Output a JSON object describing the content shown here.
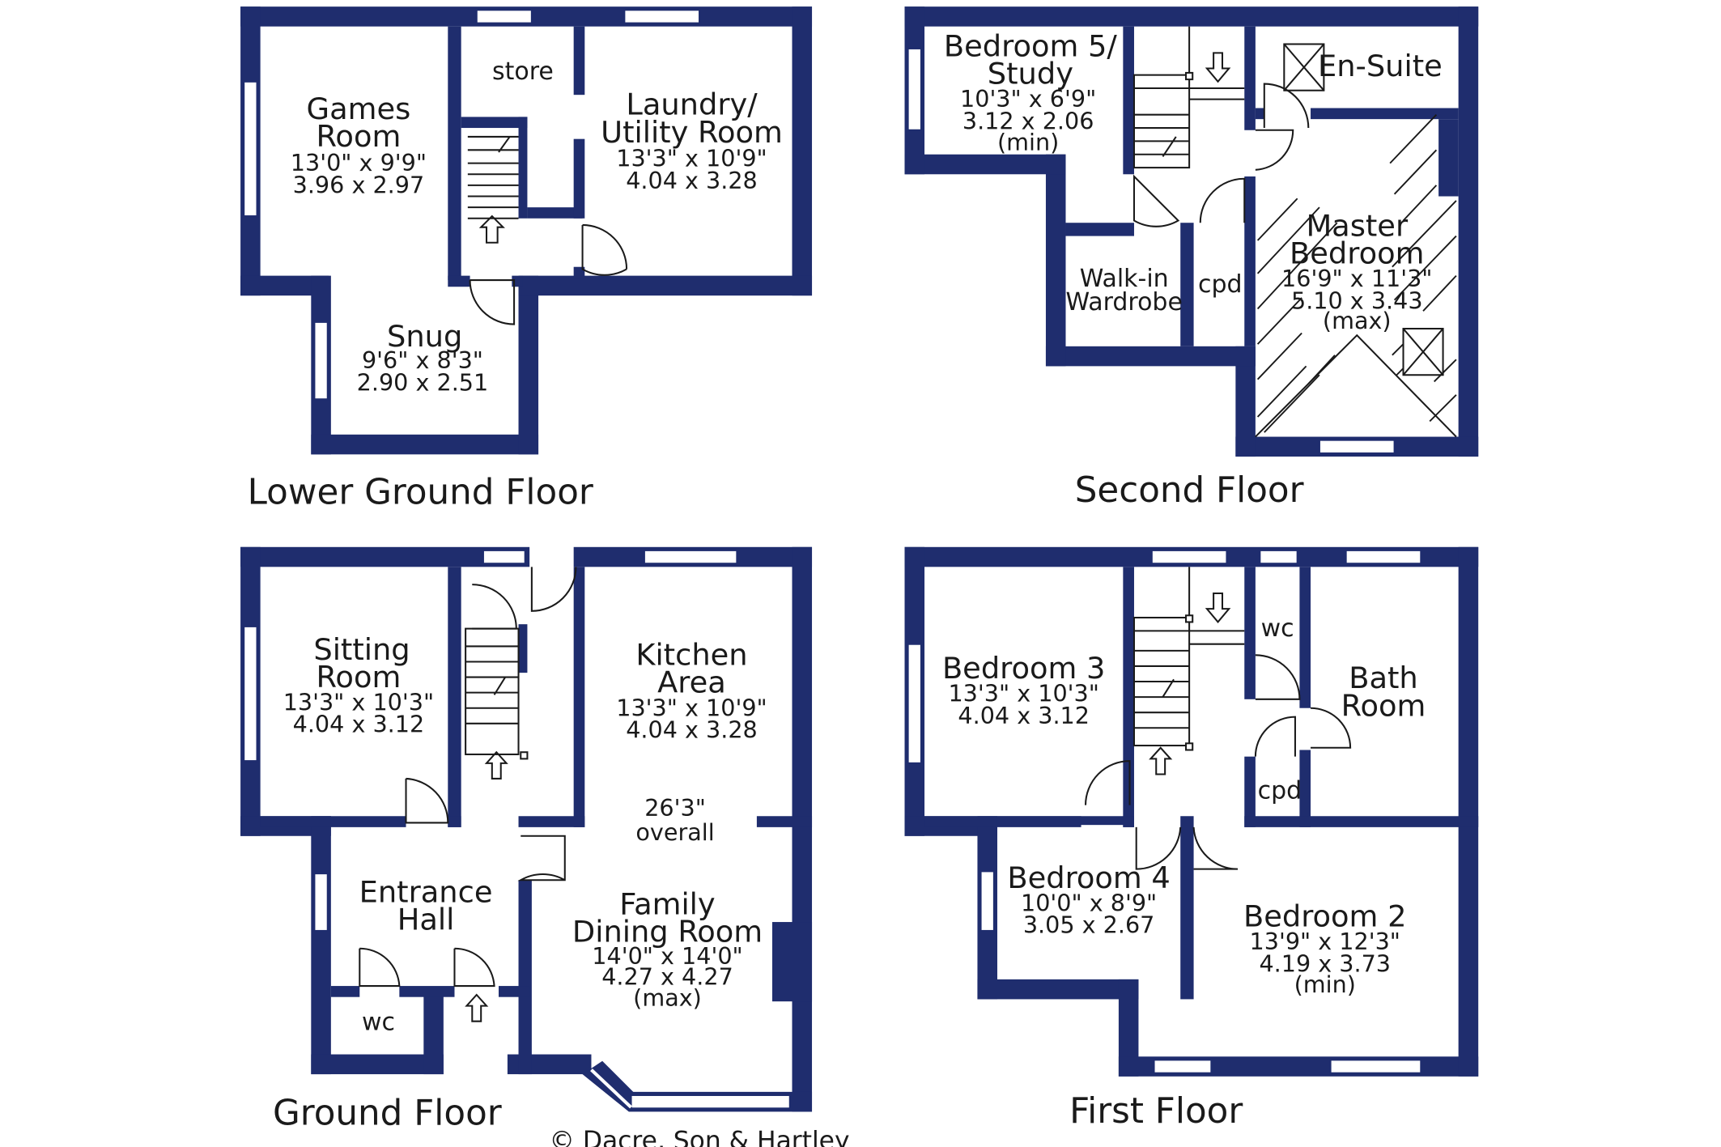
{
  "floors": {
    "lower_ground": {
      "title": "Lower Ground Floor",
      "games": {
        "name1": "Games",
        "name2": "Room",
        "dim1": "13'0\"  x   9'9\"",
        "dim2": "3.96  x  2.97"
      },
      "store": "store",
      "laundry": {
        "name1": "Laundry/",
        "name2": "Utility Room",
        "dim1": "13'3\"  x  10'9\"",
        "dim2": "4.04  x  3.28"
      },
      "snug": {
        "name1": "Snug",
        "dim1": "9'6\"   x   8'3\"",
        "dim2": "2.90  x  2.51"
      }
    },
    "second": {
      "title": "Second Floor",
      "bed5": {
        "name1": "Bedroom 5/",
        "name2": "Study",
        "dim1": "10'3\"  x   6'9\"",
        "dim2": "3.12  x  2.06",
        "note": "(min)"
      },
      "ensuite": "En-Suite",
      "walkin": {
        "name1": "Walk-in",
        "name2": "Wardrobe"
      },
      "cpd": "cpd",
      "master": {
        "name1": "Master",
        "name2": "Bedroom",
        "dim1": "16'9\"  x  11'3\"",
        "dim2": "5.10  x  3.43",
        "note": "(max)"
      }
    },
    "ground": {
      "title": "Ground Floor",
      "sitting": {
        "name1": "Sitting",
        "name2": "Room",
        "dim1": "13'3\"  x  10'3\"",
        "dim2": "4.04  x  3.12"
      },
      "kitchen": {
        "name1": "Kitchen",
        "name2": "Area",
        "dim1": "13'3\"  x  10'9\"",
        "dim2": "4.04  x  3.28"
      },
      "overall": {
        "line1": "26'3\"",
        "line2": "overall"
      },
      "hall": {
        "name1": "Entrance",
        "name2": "Hall"
      },
      "wc": "wc",
      "dining": {
        "name1": "Family",
        "name2": "Dining Room",
        "dim1": "14'0\"  x  14'0\"",
        "dim2": "4.27  x  4.27",
        "note": "(max)"
      }
    },
    "first": {
      "title": "First Floor",
      "bed3": {
        "name1": "Bedroom 3",
        "dim1": "13'3\"  x  10'3\"",
        "dim2": "4.04  x  3.12"
      },
      "wc": "wc",
      "bath": {
        "name1": "Bath",
        "name2": "Room"
      },
      "cpd": "cpd",
      "bed4": {
        "name1": "Bedroom 4",
        "dim1": "10'0\"  x   8'9\"",
        "dim2": "3.05  x  2.67"
      },
      "bed2": {
        "name1": "Bedroom 2",
        "dim1": "13'9\"  x  12'3\"",
        "dim2": "4.19  x  3.73",
        "note": "(min)"
      }
    }
  },
  "credit": "© Dacre, Son & Hartley",
  "colors": {
    "wall": "#1f2d6e",
    "background": "#ffffff"
  }
}
